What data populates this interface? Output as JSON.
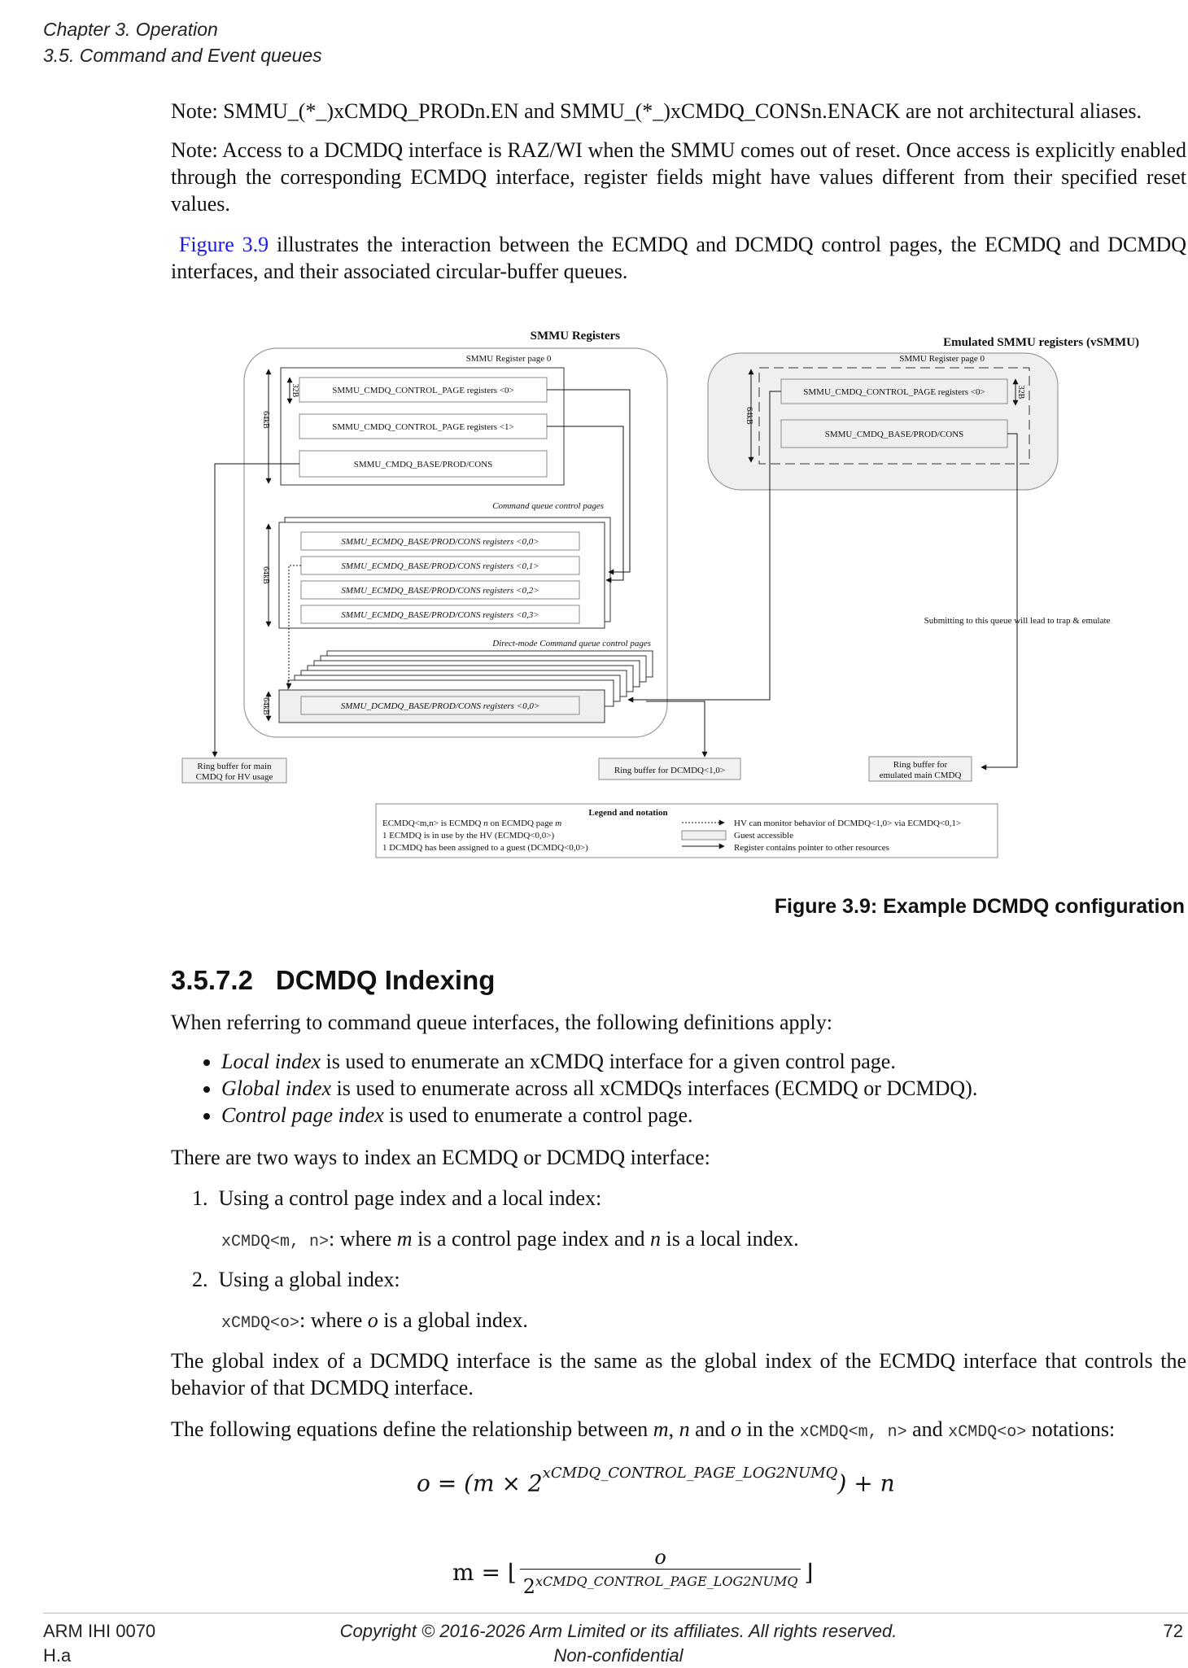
{
  "header": {
    "chapter": "Chapter 3.  Operation",
    "section": "3.5.  Command and Event queues"
  },
  "notes": {
    "note1": "Note: SMMU_(*_)xCMDQ_PRODn.EN and SMMU_(*_)xCMDQ_CONSn.ENACK are not architectural aliases.",
    "note2": "Note: Access to a DCMDQ interface is RAZ/WI when the SMMU comes out of reset. Once access is explicitly enabled through the corresponding ECMDQ interface, register fields might have values different from their specified reset values.",
    "fig_ref_link": "Figure 3.9",
    "fig_ref_text": " illustrates the interaction between the ECMDQ and DCMDQ control pages, the ECMDQ and DCMDQ interfaces, and their associated circular-buffer queues."
  },
  "figure": {
    "smmu_title": "SMMU Registers",
    "vsmmu_title": "Emulated SMMU registers (vSMMU)",
    "page0_label": "SMMU Register page 0",
    "vpage0_label": "SMMU Register page 0",
    "size_32b": "32B",
    "size_64kb": "64kB",
    "reg_cp0": "SMMU_CMDQ_CONTROL_PAGE registers <0>",
    "reg_cp1": "SMMU_CMDQ_CONTROL_PAGE registers <1>",
    "reg_bpc": "SMMU_CMDQ_BASE/PROD/CONS",
    "vreg_cp0": "SMMU_CMDQ_CONTROL_PAGE registers <0>",
    "vreg_bpc": "SMMU_CMDQ_BASE/PROD/CONS",
    "cq_pages_label": "Command queue control pages",
    "ecmdq00": "SMMU_ECMDQ_BASE/PROD/CONS registers <0,0>",
    "ecmdq01": "SMMU_ECMDQ_BASE/PROD/CONS registers <0,1>",
    "ecmdq02": "SMMU_ECMDQ_BASE/PROD/CONS registers <0,2>",
    "ecmdq03": "SMMU_ECMDQ_BASE/PROD/CONS registers <0,3>",
    "dm_pages_label": "Direct-mode Command queue control pages",
    "dcmdq00": "SMMU_DCMDQ_BASE/PROD/CONS registers <0,0>",
    "trap_note": "Submitting to this queue will lead to trap & emulate",
    "ring_main_l1": "Ring buffer for main",
    "ring_main_l2": "CMDQ for HV usage",
    "ring_dcmdq": "Ring buffer for DCMDQ<1,0>",
    "ring_emul_l1": "Ring buffer for",
    "ring_emul_l2": "emulated main CMDQ",
    "legend": {
      "title": "Legend and notation",
      "l1_pre": "ECMDQ<m,n> is ECMDQ ",
      "l1_n": "n",
      "l1_mid": " on ECMDQ page ",
      "l1_m": "m",
      "l2": "1 ECMDQ is in use by the HV (ECMDQ<0,0>)",
      "l3": "1 DCMDQ has been assigned to a guest (DCMDQ<0,0>)",
      "r1": "HV can monitor behavior of DCMDQ<1,0> via ECMDQ<0,1>",
      "r2": "Guest accessible",
      "r3": "Register contains pointer to other resources"
    },
    "caption": "Figure 3.9: Example DCMDQ configuration"
  },
  "section": {
    "number": "3.5.7.2",
    "title": "DCMDQ Indexing"
  },
  "content": {
    "intro": "When referring to command queue interfaces, the following definitions apply:",
    "bullets": [
      {
        "term": "Local index",
        "rest": " is used to enumerate an xCMDQ interface for a given control page."
      },
      {
        "term": "Global index",
        "rest": " is used to enumerate across all xCMDQs interfaces (ECMDQ or DCMDQ)."
      },
      {
        "term": "Control page index",
        "rest": " is used to enumerate a control page."
      }
    ],
    "two_ways": "There are two ways to index an ECMDQ or DCMDQ interface:",
    "item1_num": "1.",
    "item1": "Using a control page index and a local index:",
    "item1_code": "xCMDQ<m, n>",
    "item1_a": ": where ",
    "item1_m": "m",
    "item1_b": " is a control page index and ",
    "item1_n": "n",
    "item1_c": " is a local index.",
    "item2_num": "2.",
    "item2": "Using a global index:",
    "item2_code": "xCMDQ<o>",
    "item2_a": ": where ",
    "item2_o": "o",
    "item2_b": " is a global index.",
    "global_para": "The global index of a DCMDQ interface is the same as the global index of the ECMDQ interface that controls the behavior of that DCMDQ interface.",
    "eq_intro_a": "The following equations define the relationship between ",
    "eq_m": "m",
    "eq_sep1": ", ",
    "eq_n": "n",
    "eq_and": " and ",
    "eq_o": "o",
    "eq_in": " in the ",
    "eq_code1": "xCMDQ<m, n>",
    "eq_and2": " and ",
    "eq_code2": "xCMDQ<o>",
    "eq_end": " notations:"
  },
  "equations": {
    "eq1_lhs": "o = (m × 2",
    "eq1_exp": "xCMDQ_CONTROL_PAGE_LOG2NUMQ",
    "eq1_rhs": ") + n",
    "eq2_lhs": "m = ⌊",
    "eq2_num": "o",
    "eq2_den_base": "2",
    "eq2_den_exp": "xCMDQ_CONTROL_PAGE_LOG2NUMQ",
    "eq2_rhs": "⌋"
  },
  "footer": {
    "doc_id": "ARM IHI 0070",
    "rev": "H.a",
    "copyright": "Copyright © 2016-2026 Arm Limited or its affiliates. All rights reserved.",
    "conf": "Non-confidential",
    "page": "72"
  }
}
